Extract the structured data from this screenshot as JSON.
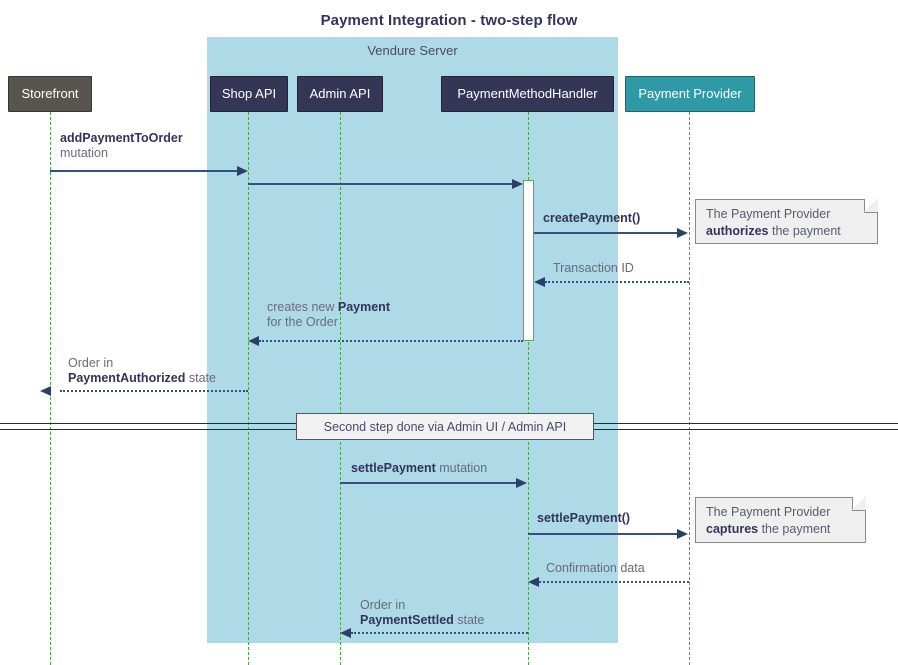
{
  "diagram": {
    "title": "Payment Integration - two-step flow",
    "group": {
      "label": "Vendure Server",
      "color": "#aed9e6"
    }
  },
  "participants": [
    {
      "name": "storefront",
      "label": "Storefront",
      "color": "#585550"
    },
    {
      "name": "shop-api",
      "label": "Shop API",
      "color": "#353556"
    },
    {
      "name": "admin-api",
      "label": "Admin API",
      "color": "#353556"
    },
    {
      "name": "payment-method-handler",
      "label": "PaymentMethodHandler",
      "color": "#353556"
    },
    {
      "name": "payment-provider",
      "label": "Payment Provider",
      "color": "#2f9aa6"
    }
  ],
  "messages": [
    {
      "name": "add-payment-to-order",
      "bold": "addPaymentToOrder",
      "rest": "",
      "line2": "mutation"
    },
    {
      "name": "shop-api-to-handler",
      "bold": "",
      "rest": "",
      "line2": ""
    },
    {
      "name": "create-payment",
      "bold": "createPayment()",
      "rest": "",
      "line2": ""
    },
    {
      "name": "transaction-id",
      "bold": "",
      "rest": "Transaction ID",
      "line2": ""
    },
    {
      "name": "creates-new-payment",
      "bold": "Payment",
      "rest": "creates new ",
      "line2": "for the Order"
    },
    {
      "name": "order-payment-authorized",
      "bold": "PaymentAuthorized",
      "rest": " state",
      "line2": "Order in"
    },
    {
      "name": "settle-payment-mutation",
      "bold": "settlePayment",
      "rest": " mutation",
      "line2": ""
    },
    {
      "name": "settle-payment-call",
      "bold": "settlePayment()",
      "rest": "",
      "line2": ""
    },
    {
      "name": "confirmation-data",
      "bold": "",
      "rest": "Confirmation data",
      "line2": ""
    },
    {
      "name": "order-payment-settled",
      "bold": "PaymentSettled",
      "rest": " state",
      "line2": "Order in"
    }
  ],
  "notes": [
    {
      "name": "note-authorize",
      "line1": "The Payment Provider",
      "bold": "authorizes",
      "after": " the payment"
    },
    {
      "name": "note-capture",
      "line1": "The Payment Provider",
      "bold": "captures",
      "after": " the payment"
    }
  ],
  "divider": {
    "label": "Second step done via Admin UI / Admin API"
  },
  "colors": {
    "arrow": "#33507e",
    "lifeline": "#49a349",
    "group_fill": "#aed9e6",
    "note_fill": "#efefef",
    "title": "#33335c"
  }
}
